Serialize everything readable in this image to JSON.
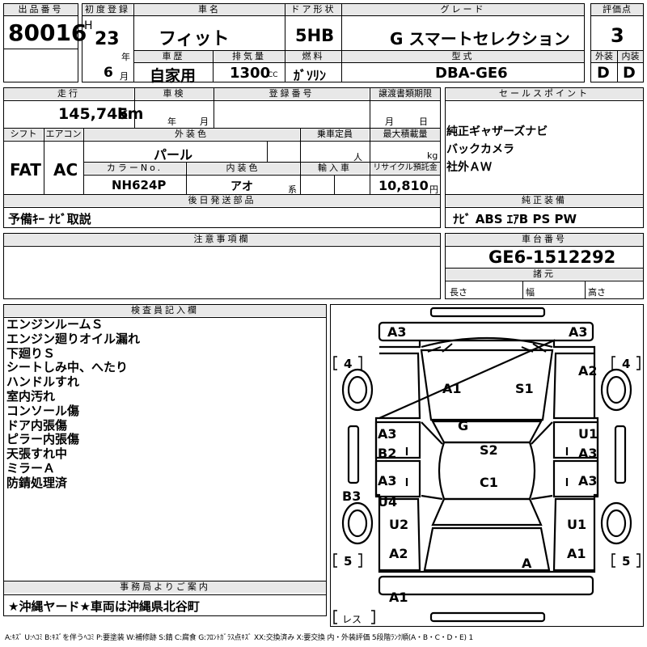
{
  "header": {
    "lot_label": "出品番号",
    "lot": "80016",
    "first_reg_label": "初度登録",
    "era": "H",
    "year": "23",
    "year_unit": "年",
    "month": "6",
    "month_unit": "月",
    "name_label": "車名",
    "name": "フィット",
    "door_label": "ドア形状",
    "door": "5HB",
    "grade_label": "グレード",
    "grade": "G スマートセレクション",
    "score_label": "評価点",
    "score": "3",
    "history_label": "車歴",
    "history": "自家用",
    "displacement_label": "排気量",
    "displacement": "1300",
    "displacement_unit": "CC",
    "fuel_label": "燃料",
    "fuel": "ｶﾞｿﾘﾝ",
    "model_label": "型式",
    "model": "DBA-GE6",
    "exterior_label": "外装",
    "exterior": "D",
    "interior_label": "内装",
    "interior": "D"
  },
  "spec": {
    "mileage_label": "走行",
    "mileage": "145,745",
    "mileage_unit": "km",
    "inspection_label": "車検",
    "insp_year_unit": "年",
    "insp_month_unit": "月",
    "regno_label": "登録番号",
    "transfer_label": "譲渡書類期限",
    "transfer_month_unit": "月",
    "transfer_day_unit": "日",
    "shift_label": "シフト",
    "shift": "FAT",
    "aircon_label": "エアコン",
    "aircon": "AC",
    "ext_color_label": "外装色",
    "ext_color": "パール",
    "capacity_label": "乗車定員",
    "capacity_unit": "人",
    "max_load_label": "最大積載量",
    "max_load_unit": "kg",
    "color_no_label": "カラーNo.",
    "color_no": "NH624P",
    "int_color_label": "内装色",
    "int_color": "アオ",
    "int_color_suffix": "系",
    "import_label": "輸入車",
    "recycle_label": "リサイクル預託金",
    "recycle": "10,810",
    "recycle_unit": "円"
  },
  "sales": {
    "label": "セールスポイント",
    "items": [
      "純正ギャザーズナビ",
      "バックカメラ",
      "社外ＡＷ"
    ]
  },
  "later_parts": {
    "label": "後日発送部品",
    "value": "予備ｷｰ ﾅﾋﾞ取説"
  },
  "equipment": {
    "label": "純正装備",
    "value": "ﾅﾋﾞ ABS ｴｱB PS PW"
  },
  "notes": {
    "label": "注意事項欄"
  },
  "chassis": {
    "label": "車台番号",
    "value": "GE6-1512292"
  },
  "dims": {
    "label": "諸元",
    "length": "長さ",
    "width": "幅",
    "height": "高さ"
  },
  "inspector": {
    "label": "検査員記入欄",
    "lines": [
      "エンジンルームＳ",
      "エンジン廻りオイル漏れ",
      "下廻りＳ",
      "シートしみ中、へたり",
      "ハンドルすれ",
      "室内汚れ",
      "コンソール傷",
      "ドア内張傷",
      "ピラー内張傷",
      "天張すれ中",
      "ミラーＡ",
      "防錆処理済"
    ]
  },
  "office": {
    "label": "事務局よりご案内",
    "value": "★沖縄ヤード★車両は沖縄県北谷町"
  },
  "diagram": {
    "marks": {
      "a3_fl": "A3",
      "a3_fr": "A3",
      "a2_fr": "A2",
      "a1_hood": "A1",
      "s1_hood": "S1",
      "g_windshield": "G",
      "a3_door_lf": "A3",
      "b2_door_lf": "B2",
      "u1_door_rf": "U1",
      "a3_door_rf": "A3",
      "s2_roof": "S2",
      "a3_door_lr": "A3",
      "u4_door_lr": "U4",
      "a3_door_rr": "A3",
      "c1_roof": "C1",
      "b3_side": "B3",
      "u2_rear_l": "U2",
      "u1_rear_r": "U1",
      "a2_rear_l": "A2",
      "a1_rear_r": "A1",
      "a_trunk": "A",
      "a1_bumper": "A1"
    },
    "count_front": "4",
    "count_rear": "5",
    "less_label": "レス"
  },
  "legend": "A:ｷｽﾞ U:ﾍｺﾐ B:ｷｽﾞを伴うﾍｺﾐ P:要塗装 W:補修跡 S:錆 C:腐食 G:ﾌﾛﾝﾄｶﾞﾗｽ点ｷｽﾞ XX:交換済み X:要交換 内・外装評価 5段階ﾗﾝｸ順(A・B・C・D・E) 1"
}
